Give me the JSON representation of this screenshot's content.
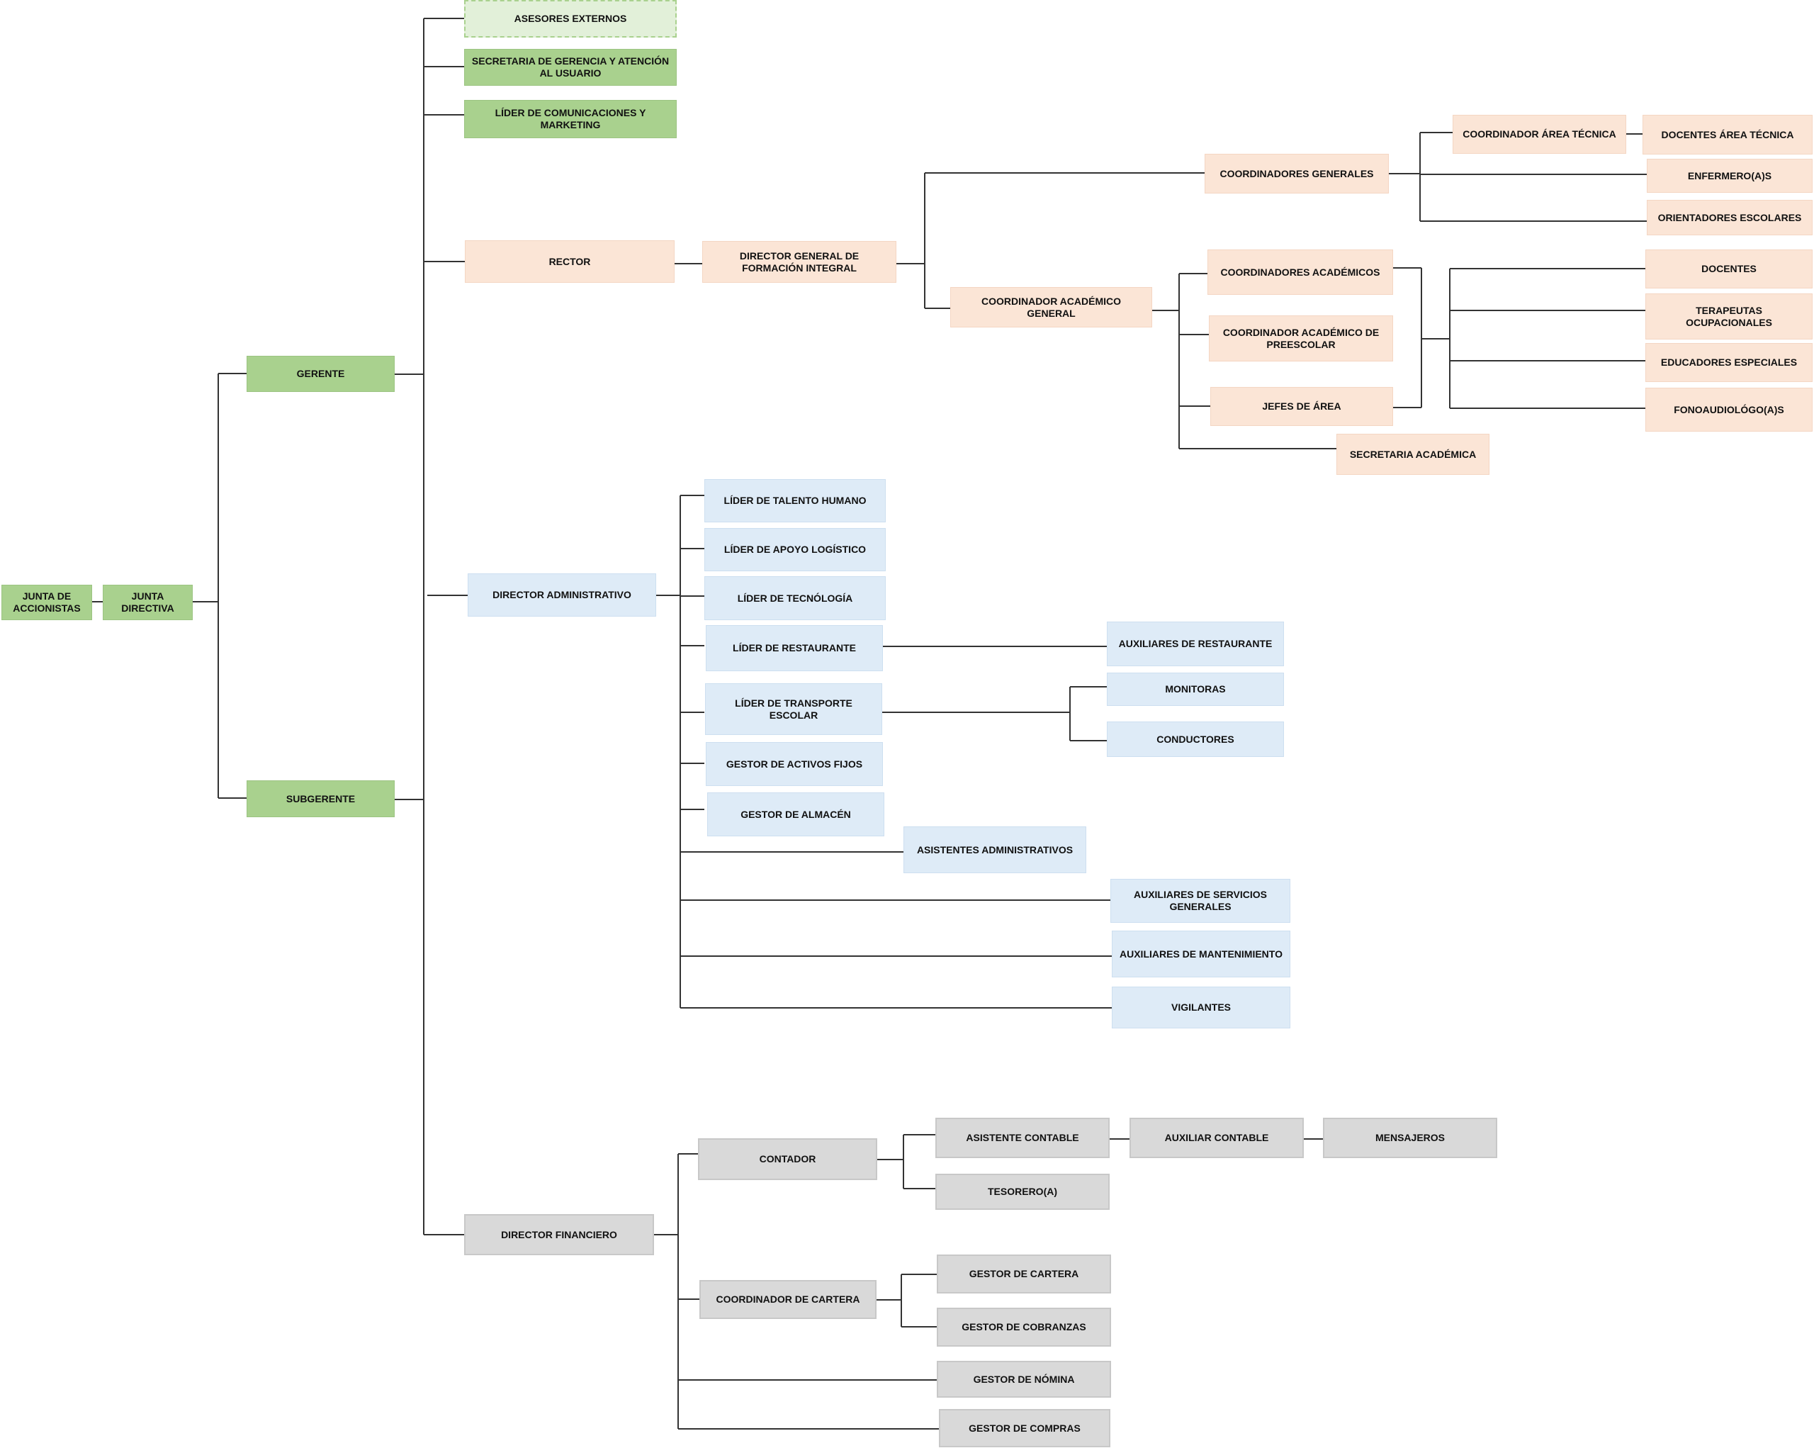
{
  "colors": {
    "board": "#a9d18e",
    "external": "#e2f0d9",
    "academic": "#fbe5d6",
    "administrative": "#deebf7",
    "financial": "#d9d9d9",
    "connector": "#333333"
  },
  "nodes": {
    "junta_accionistas": "JUNTA DE ACCIONISTAS",
    "junta_directiva": "JUNTA DIRECTIVA",
    "gerente": "GERENTE",
    "subgerente": "SUBGERENTE",
    "asesores_externos": "ASESORES EXTERNOS",
    "secretaria_gerencia": "SECRETARIA DE GERENCIA Y ATENCIÓN AL USUARIO",
    "lider_comunicaciones": "LÍDER DE COMUNICACIONES Y MARKETING",
    "rector": "RECTOR",
    "director_formacion": "DIRECTOR GENERAL DE FORMACIÓN INTEGRAL",
    "coordinadores_generales": "COORDINADORES GENERALES",
    "coordinador_area_tecnica": "COORDINADOR ÁREA TÉCNICA",
    "docentes_area_tecnica": "DOCENTES ÁREA TÉCNICA",
    "enfermeros": "ENFERMERO(A)S",
    "orientadores": "ORIENTADORES ESCOLARES",
    "coordinador_academico_general": "COORDINADOR ACADÉMICO GENERAL",
    "coordinadores_academicos": "COORDINADORES ACADÉMICOS",
    "coordinador_preescolar": "COORDINADOR ACADÉMICO DE PREESCOLAR",
    "jefes_area": "JEFES DE ÁREA",
    "secretaria_academica": "SECRETARIA ACADÉMICA",
    "docentes": "DOCENTES",
    "terapeutas": "TERAPEUTAS OCUPACIONALES",
    "educadores_especiales": "EDUCADORES ESPECIALES",
    "fonoaudiologos": "FONOAUDIOLÓGO(A)S",
    "director_administrativo": "DIRECTOR ADMINISTRATIVO",
    "lider_talento": "LÍDER DE TALENTO HUMANO",
    "lider_apoyo": "LÍDER DE APOYO LOGÍSTICO",
    "lider_tecnologia": "LÍDER DE TECNÓLOGÍA",
    "lider_restaurante": "LÍDER DE RESTAURANTE",
    "lider_transporte": "LÍDER DE TRANSPORTE ESCOLAR",
    "gestor_activos": "GESTOR DE ACTIVOS FIJOS",
    "gestor_almacen": "GESTOR DE ALMACÉN",
    "asistentes_admin": "ASISTENTES ADMINISTRATIVOS",
    "auxiliares_restaurante": "AUXILIARES DE RESTAURANTE",
    "monitoras": "MONITORAS",
    "conductores": "CONDUCTORES",
    "auxiliares_servicios": "AUXILIARES DE SERVICIOS GENERALES",
    "auxiliares_mantenimiento": "AUXILIARES DE MANTENIMIENTO",
    "vigilantes": "VIGILANTES",
    "director_financiero": "DIRECTOR FINANCIERO",
    "contador": "CONTADOR",
    "asistente_contable": "ASISTENTE CONTABLE",
    "auxiliar_contable": "AUXILIAR CONTABLE",
    "mensajeros": "MENSAJEROS",
    "tesorero": "TESORERO(A)",
    "coordinador_cartera": "COORDINADOR DE CARTERA",
    "gestor_cartera": "GESTOR DE CARTERA",
    "gestor_cobranzas": "GESTOR DE COBRANZAS",
    "gestor_nomina": "GESTOR DE NÓMINA",
    "gestor_compras": "GESTOR DE COMPRAS"
  }
}
